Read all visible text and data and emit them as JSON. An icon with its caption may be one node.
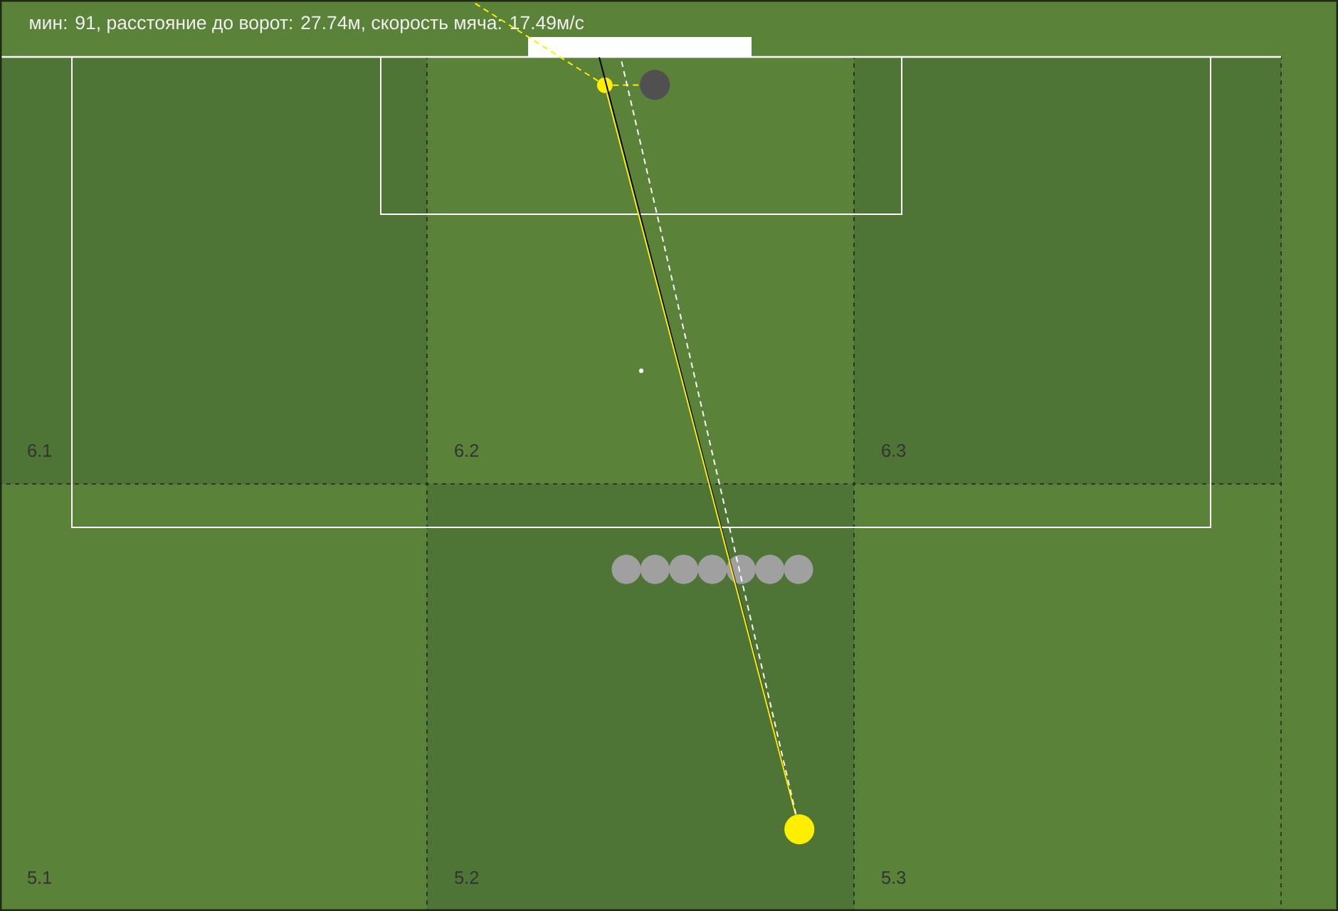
{
  "diagram": {
    "title": "мин: 91, расстояние до ворот: 27.74м, скорость мяча: 17.49м/с",
    "nodes": [
      {
        "text": [],
        "shape": "box"
      },
      {
        "text": [
          "6.1"
        ]
      },
      {
        "text": [
          "6.2"
        ]
      },
      {
        "text": [
          "6.3"
        ]
      },
      {
        "text": [
          "5.1"
        ]
      },
      {
        "text": [
          "5.2"
        ]
      },
      {
        "text": [
          "5.3"
        ]
      },
      {
        "text": [],
        "shape": "circle",
        "in": 2
      },
      {
        "text": [],
        "shape": "circle",
        "in": 2
      },
      {
        "text": [],
        "shape": "circle",
        "in": 5
      }
    ],
    "edges": [
      {
        "from": 9,
        "to": 0,
        "arrow": "none",
        "color": "#000000"
      },
      {
        "from": 9,
        "to": 7,
        "arrow": "none"
      },
      {
        "from": 7,
        "to": 8,
        "arrow": "none",
        "style": "dashed"
      },
      {
        "from": 7,
        "to": null,
        "arrow": "none",
        "style": "dashed"
      },
      {
        "from": 9,
        "to": 0,
        "arrow": "none",
        "style": "dashed",
        "color": "#ffffff"
      }
    ]
  }
}
